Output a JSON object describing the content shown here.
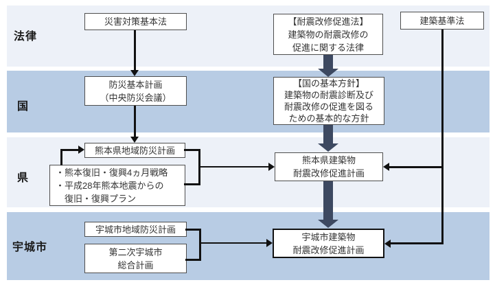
{
  "colors": {
    "band_light": "#edf1f8",
    "band_medium": "#b8cce4",
    "thick_arrow": "#3d4961",
    "thin_arrow": "#111111",
    "highlight_box_border": "#111111"
  },
  "row_labels": {
    "law": "法律",
    "nation": "国",
    "prefecture": "県",
    "city": "宇城市"
  },
  "boxes": {
    "disaster_basic_act": {
      "lines": [
        "災害対策基本法"
      ]
    },
    "seismic_retrofit_act": {
      "lines": [
        "【耐震改修促進法】",
        "建築物の耐震改修の",
        "促進に関する法律"
      ]
    },
    "building_standards_act": {
      "lines": [
        "建築基準法"
      ]
    },
    "basic_disaster_plan": {
      "lines": [
        "防災基本計画",
        "（中央防災会議）"
      ]
    },
    "national_basic_policy": {
      "lines": [
        "【国の基本方針】",
        "建築物の耐震診断及び",
        "耐震改修の促進を図る",
        "ための基本的な方針"
      ]
    },
    "kumamoto_regional_disaster_plan": {
      "lines": [
        "熊本県地域防災計画"
      ]
    },
    "kumamoto_recovery_plans": {
      "lines": [
        "・熊本復旧・復興4ヵ月戦略",
        "・平成28年熊本地震からの",
        "　復旧・復興プラン"
      ]
    },
    "kumamoto_seismic_retrofit_plan": {
      "lines": [
        "熊本県建築物",
        "耐震改修促進計画"
      ]
    },
    "uki_regional_disaster_plan": {
      "lines": [
        "宇城市地域防災計画"
      ]
    },
    "uki_comprehensive_plan": {
      "lines": [
        "第二次宇城市",
        "総合計画"
      ]
    },
    "uki_seismic_retrofit_plan": {
      "lines": [
        "宇城市建築物",
        "耐震改修促進計画"
      ]
    }
  }
}
